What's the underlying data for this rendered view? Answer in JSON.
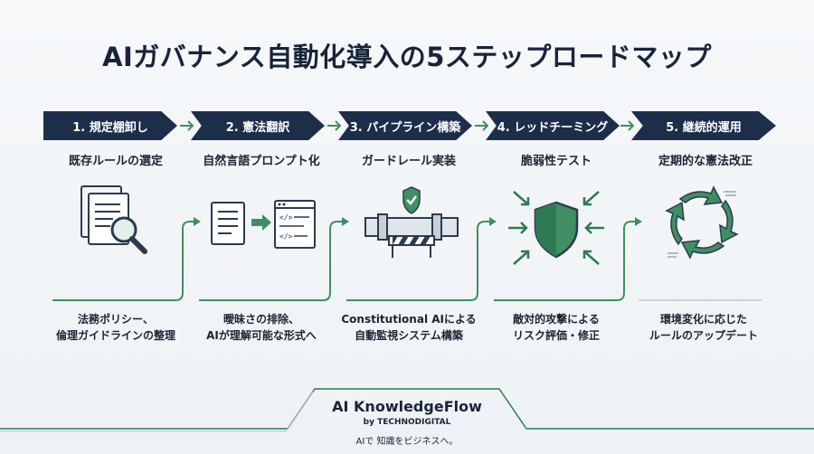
{
  "title": "AIガバナンス自動化導入の5ステップロードマップ",
  "colors": {
    "navy": "#1d2e4a",
    "green": "#3f8f62",
    "teal": "#2f7a52"
  },
  "steps": [
    {
      "label": "1. 規定棚卸し",
      "subtitle": "既存ルールの選定",
      "desc": [
        "法務ポリシー、",
        "倫理ガイドラインの整理"
      ],
      "icon": "document-search-icon"
    },
    {
      "label": "2. 憲法翻訳",
      "subtitle": "自然言語プロンプト化",
      "desc": [
        "曖昧さの排除、",
        "AIが理解可能な形式へ"
      ],
      "icon": "document-to-code-icon"
    },
    {
      "label": "3. パイプライン構築",
      "subtitle": "ガードレール実装",
      "desc": [
        "Constitutional AIによる",
        "自動監視システム構築"
      ],
      "icon": "pipeline-shield-icon"
    },
    {
      "label": "4. レッドチーミング",
      "subtitle": "脆弱性テスト",
      "desc": [
        "敵対的攻撃による",
        "リスク評価・修正"
      ],
      "icon": "shield-under-attack-icon"
    },
    {
      "label": "5. 継続的運用",
      "subtitle": "定期的な憲法改正",
      "desc": [
        "環境変化に応じた",
        "ルールのアップデート"
      ],
      "icon": "cycle-arrows-icon"
    }
  ],
  "footer": {
    "brand": "AI KnowledgeFlow",
    "by": "by TECHNODIGITAL",
    "tagline": "AIで 知識をビジネスへ。"
  }
}
